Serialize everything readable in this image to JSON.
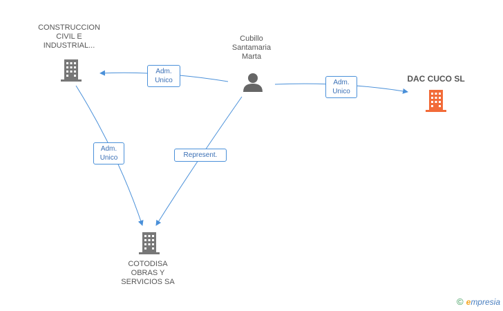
{
  "nodes": {
    "construccion": {
      "label": "CONSTRUCCION\nCIVIL E\nINDUSTRIAL..."
    },
    "cubillo": {
      "label": "Cubillo\nSantamaria\nMarta"
    },
    "dac": {
      "label": "DAC CUCO SL"
    },
    "cotodisa": {
      "label": "COTODISA\nOBRAS Y\nSERVICIOS SA"
    }
  },
  "edges": {
    "cubillo_construccion": "Adm.\nUnico",
    "cubillo_dac": "Adm.\nUnico",
    "construccion_cotodisa": "Adm.\nUnico",
    "cubillo_cotodisa": "Represent."
  },
  "colors": {
    "edge": "#4a90d9",
    "building": "#777777",
    "building_highlight": "#f26b38",
    "person": "#666666"
  },
  "footer": {
    "copyright": "©",
    "brand_initial": "e",
    "brand_rest": "mpresia"
  }
}
